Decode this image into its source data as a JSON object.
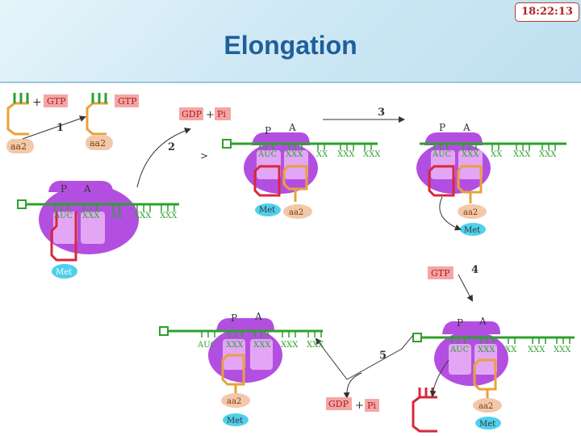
{
  "header": {
    "clock": "18:22:13",
    "title": "Elongation"
  },
  "diagram": {
    "labels": {
      "gtp": "GTP",
      "gdp": "GDP",
      "pi": "Pi",
      "plus": "+",
      "aa2": "aa2",
      "met": "Met",
      "p_site": "P",
      "a_site": "A",
      "codon_start": "AUC",
      "codon": "XXX",
      "codon_cut": "XX"
    },
    "steps": [
      "1",
      "2",
      "3",
      "4",
      "5"
    ]
  },
  "colors": {
    "ribosome": "#b34fe0",
    "subunit": "#e3a6f5",
    "mrna": "#2ea02e",
    "trna_red": "#d8283c",
    "trna_orange": "#e8a23a",
    "met": "#4fd0ec",
    "aa2": "#f2c8aa",
    "label_pink": "#f4a6a6",
    "text_red": "#b01818"
  }
}
